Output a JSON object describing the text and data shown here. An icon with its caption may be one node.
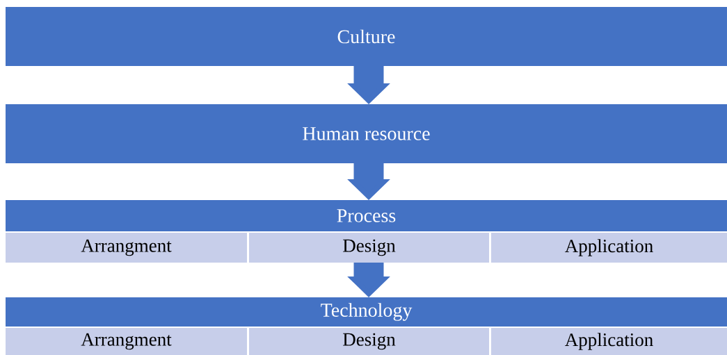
{
  "diagram": {
    "nodes": [
      {
        "text": [
          "Culture"
        ]
      },
      {
        "text": [
          "Human resource"
        ]
      },
      {
        "text": [
          "Process"
        ]
      },
      {
        "text": [
          "Arrangment"
        ]
      },
      {
        "text": [
          "Design"
        ]
      },
      {
        "text": [
          "Application"
        ]
      },
      {
        "text": [
          "Technology"
        ]
      },
      {
        "text": [
          "Arrangment"
        ]
      },
      {
        "text": [
          "Design"
        ]
      },
      {
        "text": [
          "Application"
        ]
      }
    ],
    "edges": [
      {
        "from": 0,
        "to": 1,
        "arrow": "to"
      },
      {
        "from": 1,
        "to": 2,
        "arrow": "to"
      },
      {
        "from": 4,
        "to": 6,
        "arrow": "to"
      }
    ]
  }
}
